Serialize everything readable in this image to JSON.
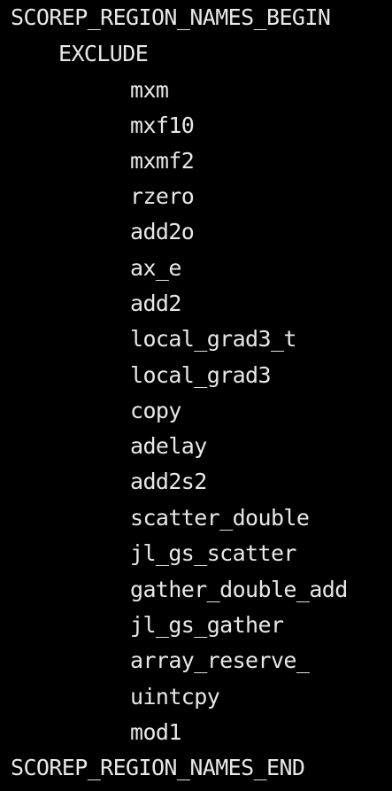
{
  "terminal": {
    "begin_line": "SCOREP_REGION_NAMES_BEGIN",
    "exclude_line": "EXCLUDE",
    "regions": [
      "mxm",
      "mxf10",
      "mxmf2",
      "rzero",
      "add2o",
      "ax_e",
      "add2",
      "local_grad3_t",
      "local_grad3",
      "copy",
      "adelay",
      "add2s2",
      "scatter_double",
      "jl_gs_scatter",
      "gather_double_add",
      "jl_gs_gather",
      "array_reserve_",
      "uintcpy",
      "mod1"
    ],
    "end_line": "SCOREP_REGION_NAMES_END"
  }
}
